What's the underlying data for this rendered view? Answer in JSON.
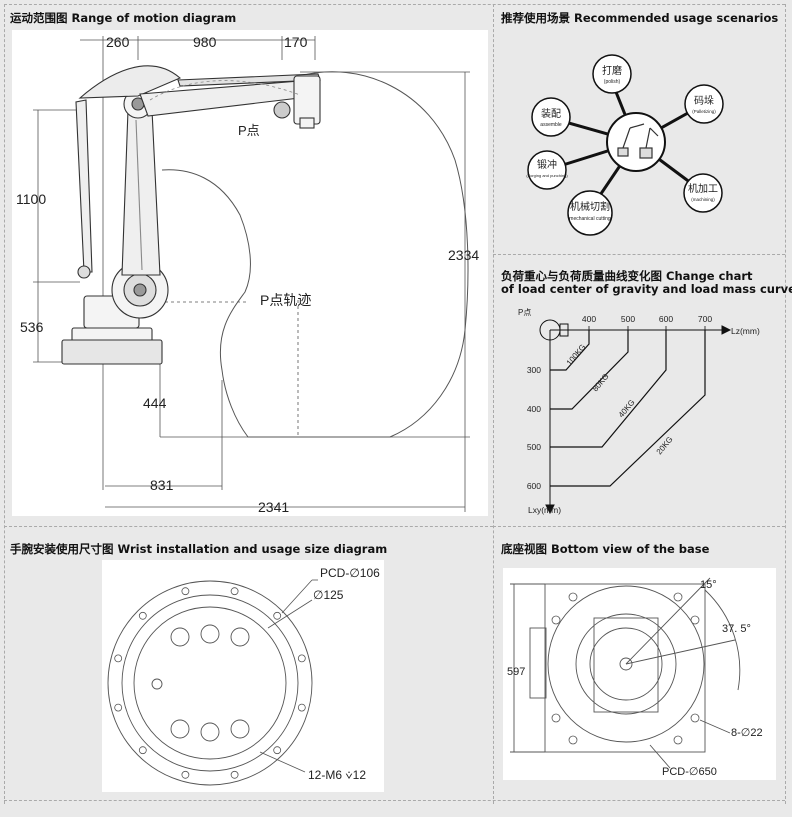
{
  "panels": {
    "motion": {
      "title": "运动范围图  Range of motion diagram",
      "dims": {
        "d260": "260",
        "d980": "980",
        "d170": "170",
        "d1100": "1100",
        "d536": "536",
        "d2334": "2334",
        "d444": "444",
        "d831": "831",
        "d2341": "2341"
      },
      "p_point": "P点",
      "p_track": "P点轨迹"
    },
    "scenarios": {
      "title": "推荐使用场景 Recommended usage scenarios",
      "items": [
        {
          "zh": "打磨",
          "en": "(polish)"
        },
        {
          "zh": "码垛",
          "en": "(Palletizing)"
        },
        {
          "zh": "装配",
          "en": "assemble"
        },
        {
          "zh": "锻冲",
          "en": "(Forging and punching)"
        },
        {
          "zh": "机械切割",
          "en": "mechanical cutting"
        },
        {
          "zh": "机加工",
          "en": "(machining)"
        }
      ]
    },
    "load": {
      "title_line1": "负荷重心与负荷质量曲线变化图  Change chart",
      "title_line2": "of load center of gravity and load mass curve",
      "p_point": "P点",
      "x_ticks": [
        "400",
        "500",
        "600",
        "700"
      ],
      "x_label": "Lz(mm)",
      "y_ticks": [
        "300",
        "400",
        "500",
        "600"
      ],
      "y_label": "Lxy(mm)",
      "curves": [
        "100KG",
        "80KG",
        "40KG",
        "20KG"
      ]
    },
    "wrist": {
      "title": "手腕安装使用尺寸图  Wrist installation and usage size diagram",
      "pcd": "PCD-∅106",
      "dia": "∅125",
      "holes": "12-M6 ⩒12"
    },
    "base": {
      "title": "底座视图        Bottom view of the base",
      "angle1": "15°",
      "angle2": "37. 5°",
      "dim597": "597",
      "holes": "8-∅22",
      "pcd": "PCD-∅650"
    }
  }
}
